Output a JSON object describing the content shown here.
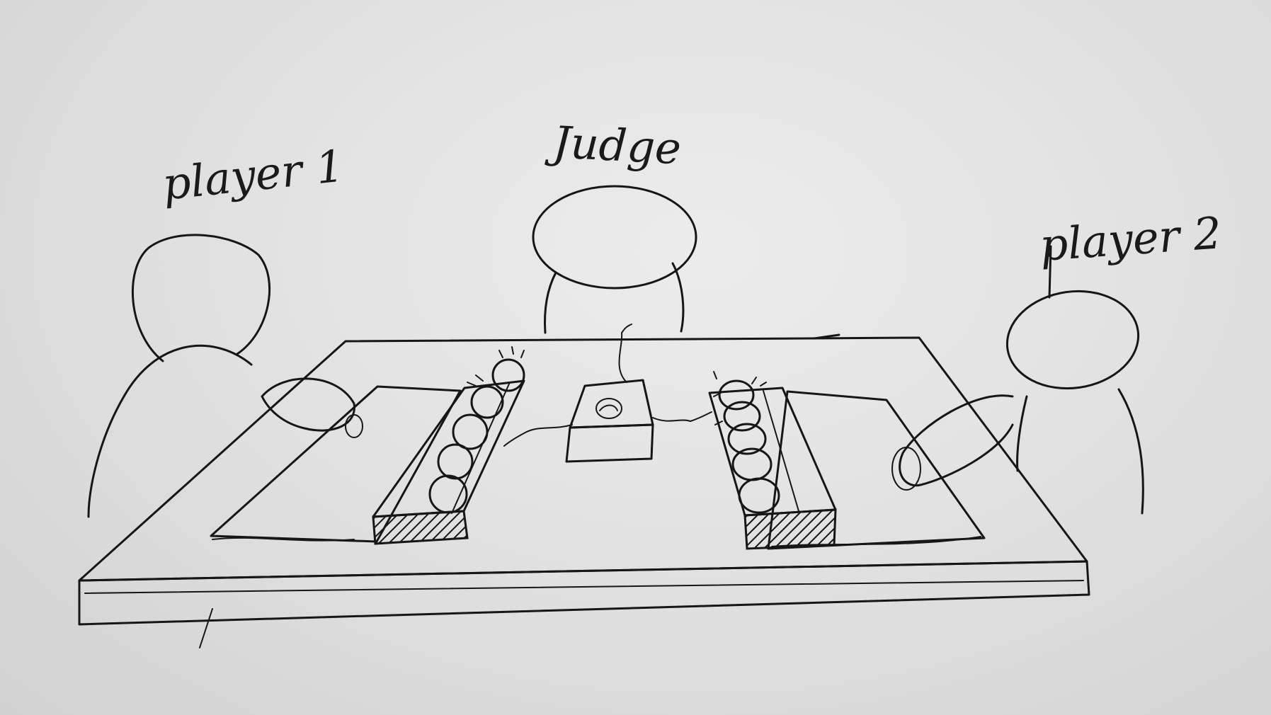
{
  "labels": {
    "player1": "player 1",
    "judge": "Judge",
    "player2": "player 2"
  },
  "colors": {
    "paper": "#e4e4e4",
    "ink": "#161616"
  }
}
